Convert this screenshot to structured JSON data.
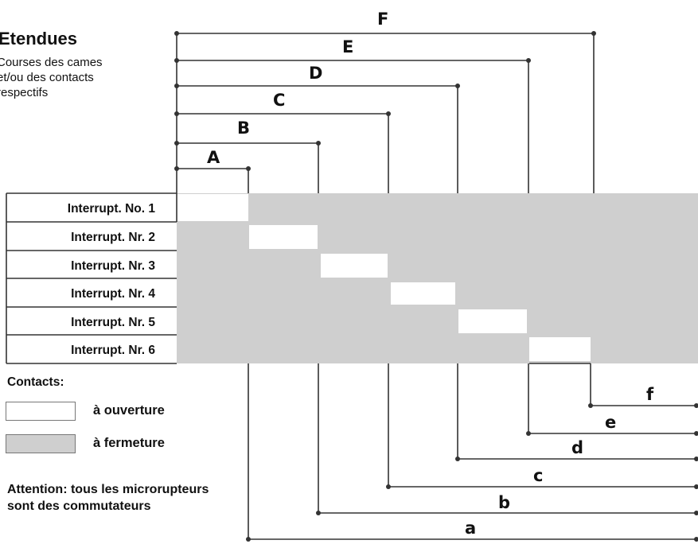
{
  "header": {
    "title": "Etendues",
    "subtitle_lines": [
      "Courses des cames",
      "et/ou des contacts",
      "respectifs"
    ]
  },
  "rows": [
    {
      "label": "Interrupt. No. 1"
    },
    {
      "label": "Interrupt. Nr. 2"
    },
    {
      "label": "Interrupt. Nr. 3"
    },
    {
      "label": "Interrupt. Nr. 4"
    },
    {
      "label": "Interrupt. Nr. 5"
    },
    {
      "label": "Interrupt. Nr. 6"
    }
  ],
  "top_brackets": [
    "A",
    "B",
    "C",
    "D",
    "E",
    "F"
  ],
  "bottom_brackets": [
    "f",
    "e",
    "d",
    "c",
    "b",
    "a"
  ],
  "legend": {
    "title": "Contacts:",
    "open_label": "à ouverture",
    "closed_label": "à fermeture"
  },
  "note_lines": [
    "Attention: tous les microrupteurs",
    "sont des commutateurs"
  ],
  "colors": {
    "closed_fill": "#cfcfcf",
    "open_fill": "#ffffff",
    "line": "#333333"
  }
}
